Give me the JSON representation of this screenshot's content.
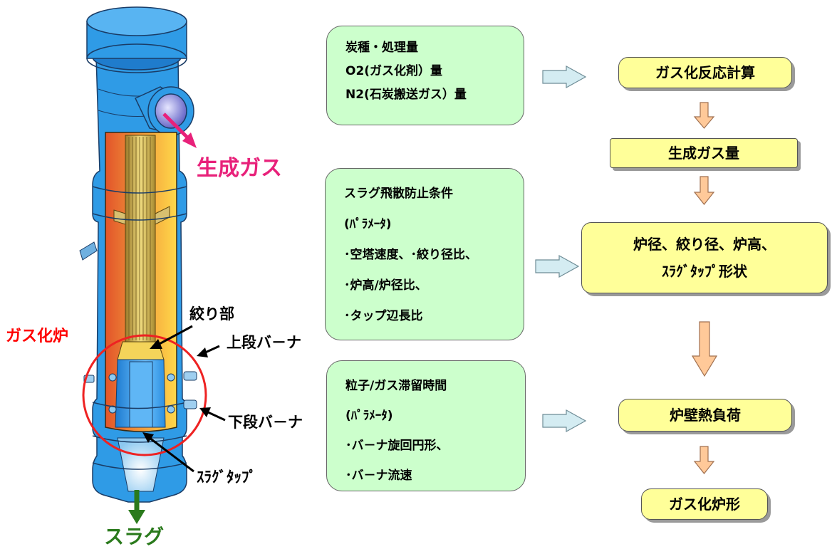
{
  "reactor": {
    "label_product_gas": "生成ガス",
    "label_gasifier": "ガス化炉",
    "label_slag": "スラグ",
    "label_throat": "絞り部",
    "label_upper_burner": "上段バ－ナ",
    "label_lower_burner": "下段バ－ナ",
    "label_slag_tap": "ｽﾗｸﾞﾀｯﾌﾟ"
  },
  "inputs": [
    {
      "lines": [
        "炭種・処理量",
        "O2(ガス化剤）量",
        "N2(石炭搬送ガス）量"
      ]
    },
    {
      "lines": [
        "スラグ飛散防止条件",
        "(ﾊﾟﾗﾒｰﾀ)",
        "･空塔速度、･絞り径比、",
        "･炉高/炉径比、",
        "･タップ辺長比"
      ]
    },
    {
      "lines": [
        "粒子/ガス滞留時間",
        "(ﾊﾟﾗﾒｰﾀ)",
        "･バ－ナ旋回円形、",
        "･バ－ナ流速"
      ]
    }
  ],
  "flow": {
    "step1": "ガス化反応計算",
    "step2": "生成ガス量",
    "step3_line1": "炉径、絞り径、炉高、",
    "step3_line2": "ｽﾗｸﾞﾀｯﾌﾟ形状",
    "step4": "炉壁熱負荷",
    "step5": "ガス化炉形"
  },
  "colors": {
    "green_box": "#ccffcc",
    "yellow_box": "#ffff99",
    "arrow_blue": "#d4ecf2",
    "arrow_orange": "#ffc999",
    "vessel_blue": "#2f9be6",
    "product_gas_pink": "#e8217a",
    "gasifier_red": "#ff0000",
    "slag_green": "#2a7a1c"
  }
}
